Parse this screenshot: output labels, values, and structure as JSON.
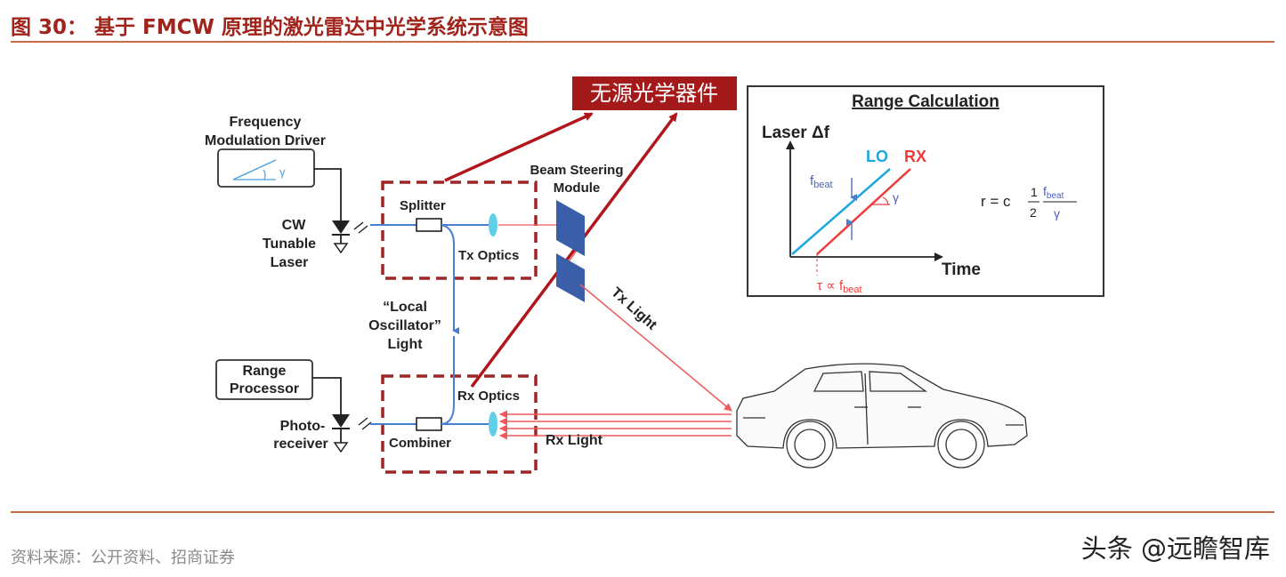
{
  "header": {
    "title": "图 30： 基于 FMCW 原理的激光雷达中光学系统示意图"
  },
  "diagram": {
    "passive_label": "无源光学器件",
    "freq_driver_line1": "Frequency",
    "freq_driver_line2": "Modulation Driver",
    "gamma": "γ",
    "laser_line1": "CW",
    "laser_line2": "Tunable",
    "laser_line3": "Laser",
    "splitter": "Splitter",
    "tx_optics": "Tx Optics",
    "beam_line1": "Beam Steering",
    "beam_line2": "Module",
    "lo_line1": "“Local",
    "lo_line2": "Oscillator”",
    "lo_line3": "Light",
    "range_proc_line1": "Range",
    "range_proc_line2": "Processor",
    "photo_line1": "Photo-",
    "photo_line2": "receiver",
    "combiner": "Combiner",
    "rx_optics": "Rx Optics",
    "tx_light": "Tx Light",
    "rx_light": "Rx Light",
    "colors": {
      "dash_box": "#a02526",
      "red_arrow": "#b0161c",
      "fiber": "#4a7fd0",
      "beam": "#ef5b5b",
      "lo": "#1ba7e0",
      "rx": "#ef3a3a",
      "steer": "#3b5ea8"
    }
  },
  "range_calc": {
    "title": "Range Calculation",
    "ylabel": "Laser Δf",
    "xlabel": "Time",
    "lo_label": "LO",
    "rx_label": "RX",
    "fbeat_main": "f",
    "fbeat_sub": "beat",
    "tau_main": "τ ∝ f",
    "gamma": "γ",
    "formula_lhs": "r = c",
    "formula_num": "1",
    "formula_den": "2",
    "formula_den2": "γ"
  },
  "footer": {
    "source": "资料来源：公开资料、招商证券",
    "watermark": "头条 @远瞻智库"
  }
}
